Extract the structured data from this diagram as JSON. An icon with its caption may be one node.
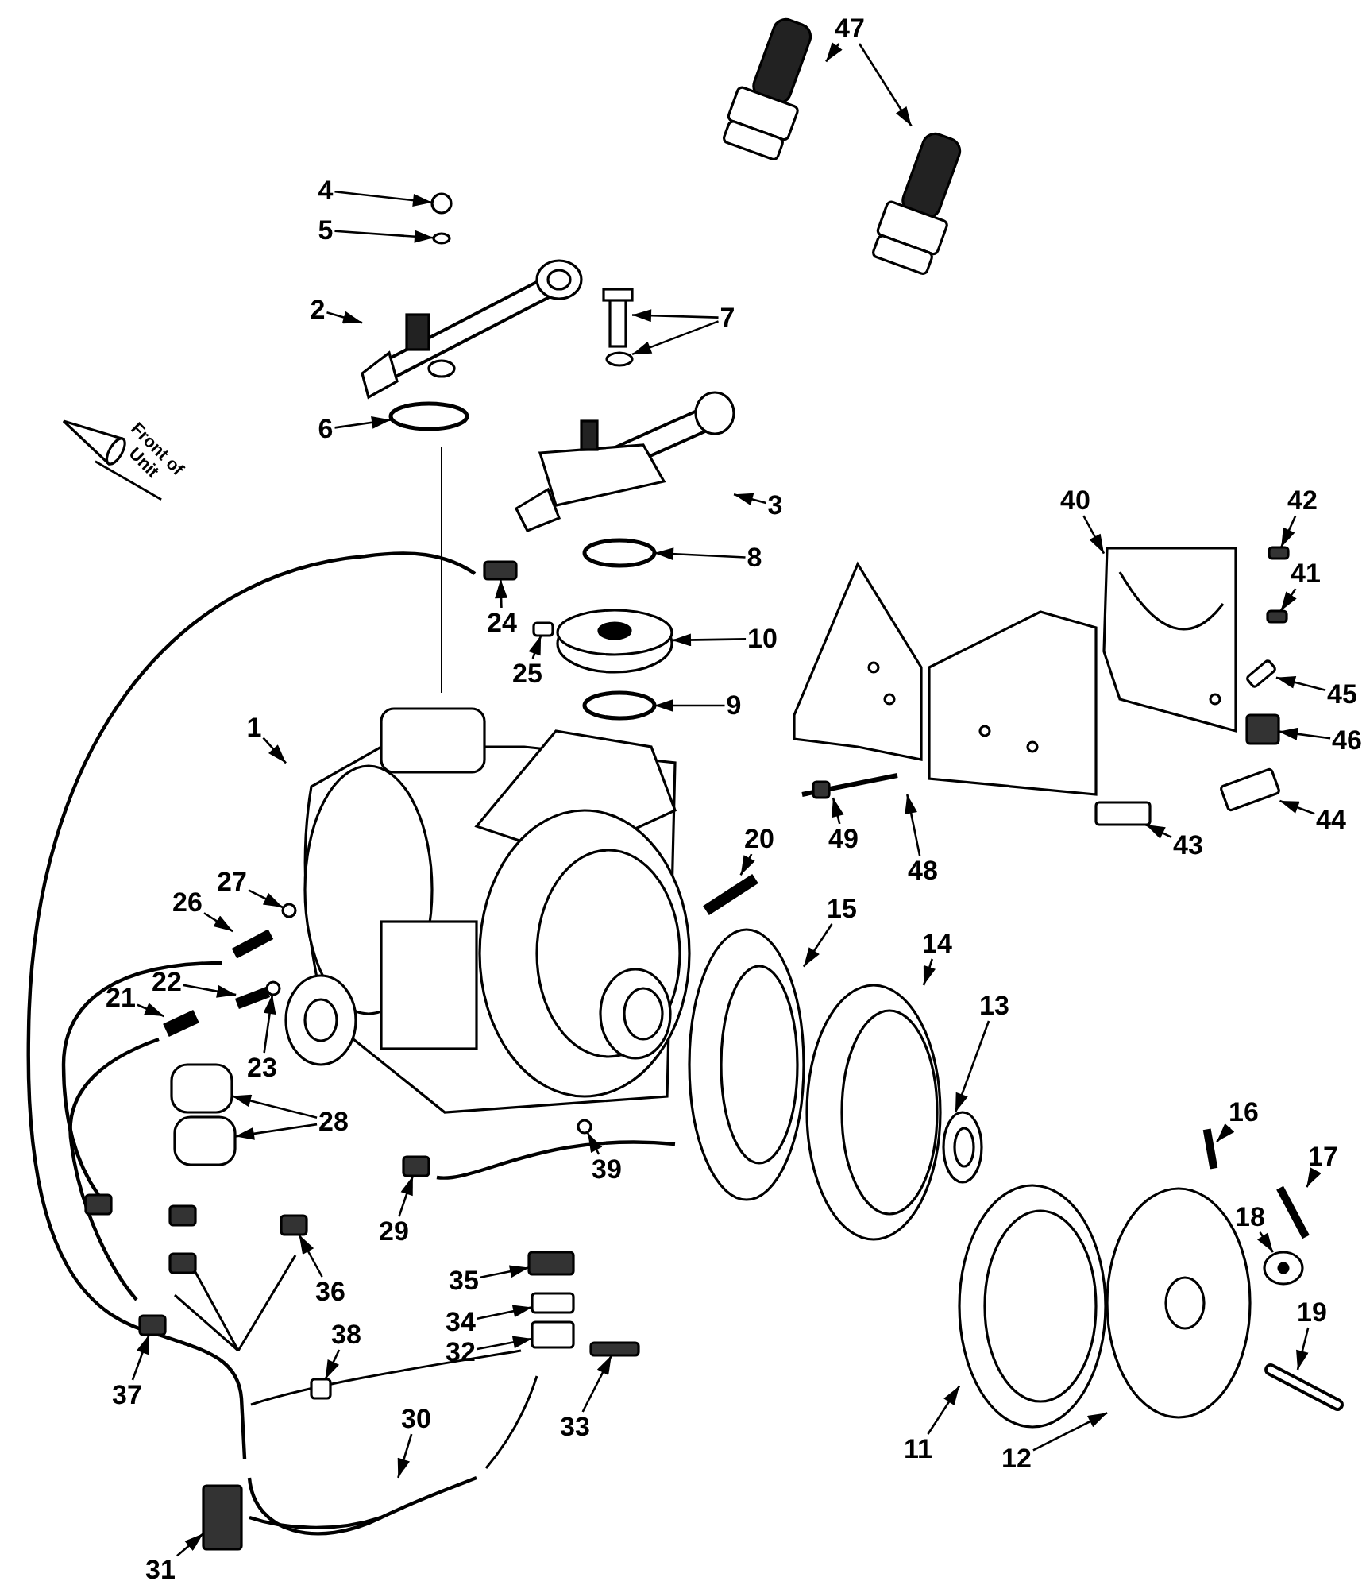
{
  "diagram": {
    "nodes": [
      {
        "text": [
          "47"
        ]
      },
      {
        "text": [
          "4"
        ]
      },
      {
        "text": [
          "5"
        ]
      },
      {
        "text": [
          "2"
        ]
      },
      {
        "text": [
          "7"
        ]
      },
      {
        "text": [
          "6"
        ]
      },
      {
        "text": [
          "3"
        ]
      },
      {
        "text": [
          "42"
        ]
      },
      {
        "text": [
          "40"
        ]
      },
      {
        "text": [
          "8"
        ]
      },
      {
        "text": [
          "24"
        ]
      },
      {
        "text": [
          "41"
        ]
      },
      {
        "text": [
          "10"
        ]
      },
      {
        "text": [
          "25"
        ]
      },
      {
        "text": [
          "45"
        ]
      },
      {
        "text": [
          "9"
        ]
      },
      {
        "text": [
          "1"
        ]
      },
      {
        "text": [
          "46"
        ]
      },
      {
        "text": [
          "44"
        ]
      },
      {
        "text": [
          "49"
        ]
      },
      {
        "text": [
          "20"
        ]
      },
      {
        "text": [
          "43"
        ]
      },
      {
        "text": [
          "48"
        ]
      },
      {
        "text": [
          "27"
        ]
      },
      {
        "text": [
          "26"
        ]
      },
      {
        "text": [
          "15"
        ]
      },
      {
        "text": [
          "14"
        ]
      },
      {
        "text": [
          "22"
        ]
      },
      {
        "text": [
          "21"
        ]
      },
      {
        "text": [
          "13"
        ]
      },
      {
        "text": [
          "23"
        ]
      },
      {
        "text": [
          "28"
        ]
      },
      {
        "text": [
          "16"
        ]
      },
      {
        "text": [
          "39"
        ]
      },
      {
        "text": [
          "17"
        ]
      },
      {
        "text": [
          "29"
        ]
      },
      {
        "text": [
          "18"
        ]
      },
      {
        "text": [
          "35"
        ]
      },
      {
        "text": [
          "36"
        ]
      },
      {
        "text": [
          "34"
        ]
      },
      {
        "text": [
          "32"
        ]
      },
      {
        "text": [
          "11"
        ]
      },
      {
        "text": [
          "19"
        ]
      },
      {
        "text": [
          "38"
        ]
      },
      {
        "text": [
          "37"
        ]
      },
      {
        "text": [
          "33"
        ]
      },
      {
        "text": [
          "30"
        ]
      },
      {
        "text": [
          "12"
        ]
      },
      {
        "text": [
          "31"
        ]
      },
      {
        "text": [],
        "shape": "picture"
      },
      {
        "text": [],
        "shape": "picture"
      },
      {
        "text": [],
        "shape": "circle"
      },
      {
        "text": [],
        "shape": "circle"
      },
      {
        "text": [],
        "shape": "picture"
      },
      {
        "text": [],
        "shape": "picture"
      },
      {
        "text": [],
        "shape": "circle"
      },
      {
        "text": [],
        "shape": "circle"
      },
      {
        "text": [],
        "shape": "picture"
      },
      {
        "text": [],
        "shape": "box"
      },
      {
        "text": [],
        "shape": "picture"
      },
      {
        "text": [],
        "shape": "circle"
      },
      {
        "text": [],
        "shape": "box"
      },
      {
        "text": [],
        "shape": "box"
      },
      {
        "text": [],
        "shape": "picture"
      },
      {
        "text": [],
        "shape": "box"
      },
      {
        "text": [],
        "shape": "box"
      },
      {
        "text": [],
        "shape": "circle"
      },
      {
        "text": [],
        "shape": "picture"
      },
      {
        "text": [],
        "shape": "box"
      },
      {
        "text": [],
        "shape": "box"
      },
      {
        "text": [],
        "shape": "picture"
      },
      {
        "text": [],
        "shape": "bar"
      },
      {
        "text": [],
        "shape": "box"
      },
      {
        "text": [],
        "shape": "picture"
      },
      {
        "text": [],
        "shape": "circle"
      },
      {
        "text": [],
        "shape": "bar"
      },
      {
        "text": [],
        "shape": "picture"
      },
      {
        "text": [],
        "shape": "picture"
      },
      {
        "text": [],
        "shape": "bar"
      },
      {
        "text": [],
        "shape": "bar"
      },
      {
        "text": [],
        "shape": "picture"
      },
      {
        "text": [],
        "shape": "circle"
      },
      {
        "text": [],
        "shape": "box"
      },
      {
        "text": [],
        "shape": "box"
      },
      {
        "text": [],
        "shape": "bar"
      },
      {
        "text": [],
        "shape": "circle"
      },
      {
        "text": [],
        "shape": "bar"
      },
      {
        "text": [],
        "shape": "box"
      },
      {
        "text": [],
        "shape": "picture"
      },
      {
        "text": [],
        "shape": "box"
      },
      {
        "text": [],
        "shape": "box"
      },
      {
        "text": [],
        "shape": "box"
      },
      {
        "text": [],
        "shape": "box"
      },
      {
        "text": [],
        "shape": "picture"
      },
      {
        "text": [],
        "shape": "picture"
      },
      {
        "text": [],
        "shape": "box"
      },
      {
        "text": [],
        "shape": "box"
      },
      {
        "text": [],
        "shape": "box"
      },
      {
        "text": [],
        "shape": "picture"
      },
      {
        "text": [],
        "shape": "picture"
      },
      {
        "text": [],
        "shape": "box"
      }
    ],
    "edges": [
      {
        "from": 0,
        "to": 49,
        "arrow": "to"
      },
      {
        "from": 0,
        "to": 50,
        "arrow": "to"
      },
      {
        "from": 1,
        "to": 51,
        "arrow": "to"
      },
      {
        "from": 2,
        "to": 52,
        "arrow": "to"
      },
      {
        "from": 3,
        "to": 53,
        "arrow": "to"
      },
      {
        "from": 4,
        "to": 54,
        "arrow": "to"
      },
      {
        "from": 4,
        "to": 55,
        "arrow": "to"
      },
      {
        "from": 5,
        "to": 56,
        "arrow": "to"
      },
      {
        "from": 6,
        "to": 57,
        "arrow": "to"
      },
      {
        "from": 7,
        "to": 58,
        "arrow": "to"
      },
      {
        "from": 8,
        "to": 59,
        "arrow": "to"
      },
      {
        "from": 9,
        "to": 60,
        "arrow": "to"
      },
      {
        "from": 10,
        "to": 61,
        "arrow": "to"
      },
      {
        "from": 11,
        "to": 62,
        "arrow": "to"
      },
      {
        "from": 12,
        "to": 63,
        "arrow": "to"
      },
      {
        "from": 13,
        "to": 64,
        "arrow": "to"
      },
      {
        "from": 14,
        "to": 65,
        "arrow": "to"
      },
      {
        "from": 15,
        "to": 66,
        "arrow": "to"
      },
      {
        "from": 16,
        "to": 67,
        "arrow": "to"
      },
      {
        "from": 17,
        "to": 68,
        "arrow": "to"
      },
      {
        "from": 18,
        "to": 69,
        "arrow": "to"
      },
      {
        "from": 19,
        "to": 70,
        "arrow": "to"
      },
      {
        "from": 20,
        "to": 71,
        "arrow": "to"
      },
      {
        "from": 21,
        "to": 72,
        "arrow": "to"
      },
      {
        "from": 22,
        "to": 73,
        "arrow": "to"
      },
      {
        "from": 23,
        "to": 74,
        "arrow": "to"
      },
      {
        "from": 24,
        "to": 75,
        "arrow": "to"
      },
      {
        "from": 25,
        "to": 76,
        "arrow": "to"
      },
      {
        "from": 26,
        "to": 77,
        "arrow": "to"
      },
      {
        "from": 27,
        "to": 78,
        "arrow": "to"
      },
      {
        "from": 28,
        "to": 79,
        "arrow": "to"
      },
      {
        "from": 29,
        "to": 80,
        "arrow": "to"
      },
      {
        "from": 30,
        "to": 81,
        "arrow": "to"
      },
      {
        "from": 31,
        "to": 82,
        "arrow": "to"
      },
      {
        "from": 31,
        "to": 83,
        "arrow": "to"
      },
      {
        "from": 32,
        "to": 84,
        "arrow": "to"
      },
      {
        "from": 33,
        "to": 85,
        "arrow": "to"
      },
      {
        "from": 34,
        "to": 86,
        "arrow": "to"
      },
      {
        "from": 35,
        "to": 87,
        "arrow": "to"
      },
      {
        "from": 36,
        "to": 88,
        "arrow": "to"
      },
      {
        "from": 37,
        "to": 89,
        "arrow": "to"
      },
      {
        "from": 38,
        "to": 90,
        "arrow": "to"
      },
      {
        "from": 39,
        "to": 91,
        "arrow": "to"
      },
      {
        "from": 40,
        "to": 92,
        "arrow": "to"
      },
      {
        "from": 41,
        "to": 93,
        "arrow": "to"
      },
      {
        "from": 42,
        "to": 94,
        "arrow": "to"
      },
      {
        "from": 43,
        "to": 95,
        "arrow": "to"
      },
      {
        "from": 44,
        "to": 96,
        "arrow": "to"
      },
      {
        "from": 45,
        "to": 97,
        "arrow": "to"
      },
      {
        "from": 46,
        "to": 98,
        "arrow": "to"
      },
      {
        "from": 47,
        "to": 99,
        "arrow": "to"
      },
      {
        "from": 48,
        "to": 100,
        "arrow": "to"
      }
    ],
    "labels": [
      "Front of Unit"
    ]
  }
}
